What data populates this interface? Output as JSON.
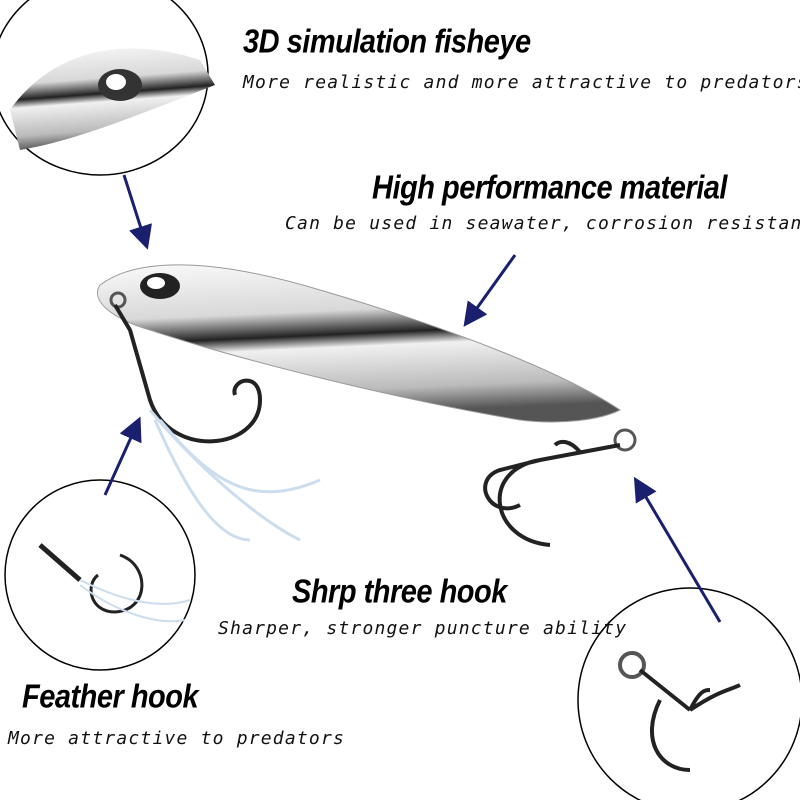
{
  "features": [
    {
      "title": "3D simulation fisheye",
      "desc": "More realistic and more attractive to predators"
    },
    {
      "title": "High performance material",
      "desc": "Can be used in seawater, corrosion resistant"
    },
    {
      "title": "Shrp three hook",
      "desc": "Sharper, stronger puncture ability"
    },
    {
      "title": "Feather hook",
      "desc": "More attractive to predators"
    }
  ],
  "colors": {
    "arrow": "#1a1f6e",
    "text": "#000000"
  }
}
